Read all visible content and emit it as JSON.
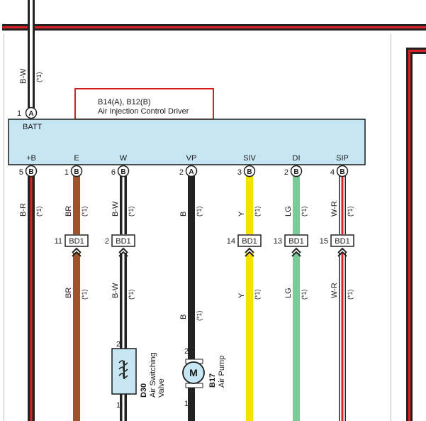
{
  "component_box": {
    "ref": "B14(A), B12(B)",
    "name": "Air Injection Control Driver"
  },
  "batt": {
    "label": "BATT",
    "pin": "1",
    "connector": "A",
    "wire_color": "B-W",
    "note": "(*1)"
  },
  "terminals": [
    {
      "key": "b",
      "label": "+B",
      "pin": "5",
      "connector": "B",
      "wire": "B-R",
      "note": "(*1)",
      "color_main": "#222222",
      "color_stripe": "#e02020"
    },
    {
      "key": "e",
      "label": "E",
      "pin": "1",
      "connector": "B",
      "wire": "BR",
      "note": "(*1)",
      "color_main": "#a0522d",
      "color_stripe": ""
    },
    {
      "key": "w",
      "label": "W",
      "pin": "6",
      "connector": "B",
      "wire": "B-W",
      "note": "(*1)",
      "color_main": "#222222",
      "color_stripe": "#ffffff"
    },
    {
      "key": "vp",
      "label": "VP",
      "pin": "2",
      "connector": "A",
      "wire": "B",
      "note": "(*1)",
      "color_main": "#222222",
      "color_stripe": ""
    },
    {
      "key": "siv",
      "label": "SIV",
      "pin": "3",
      "connector": "B",
      "wire": "Y",
      "note": "(*1)",
      "color_main": "#f5e000",
      "color_stripe": ""
    },
    {
      "key": "di",
      "label": "DI",
      "pin": "2",
      "connector": "B",
      "wire": "LG",
      "note": "(*1)",
      "color_main": "#7cc99a",
      "color_stripe": ""
    },
    {
      "key": "sip",
      "label": "SIP",
      "pin": "4",
      "connector": "B",
      "wire": "W-R",
      "note": "(*1)",
      "color_main": "#ffffff",
      "color_stripe": "#e02020"
    }
  ],
  "junctions": [
    {
      "key": "e",
      "pin": "11",
      "label": "BD1",
      "wire": "BR",
      "note": "(*1)"
    },
    {
      "key": "w",
      "pin": "2",
      "label": "BD1",
      "wire": "B-W",
      "note": "(*1)"
    },
    {
      "key": "vp",
      "pin": "",
      "label": "",
      "wire": "B",
      "note": "(*1)"
    },
    {
      "key": "siv",
      "pin": "14",
      "label": "BD1",
      "wire": "Y",
      "note": "(*1)"
    },
    {
      "key": "di",
      "pin": "13",
      "label": "BD1",
      "wire": "LG",
      "note": "(*1)"
    },
    {
      "key": "sip",
      "pin": "15",
      "label": "BD1",
      "wire": "W-R",
      "note": "(*1)"
    }
  ],
  "components": {
    "d30": {
      "ref": "D30",
      "name_line1": "Air Switching",
      "name_line2": "Valve",
      "pin_top": "2",
      "pin_bottom": "1"
    },
    "b17": {
      "ref": "B17",
      "name": "Air Pump",
      "symbol": "M",
      "pin_top": "2",
      "pin_bottom": "1"
    }
  },
  "colors": {
    "box_fill": "#c5e6f2",
    "box_border": "#1a1a1a",
    "highlight_red": "#d62020"
  }
}
